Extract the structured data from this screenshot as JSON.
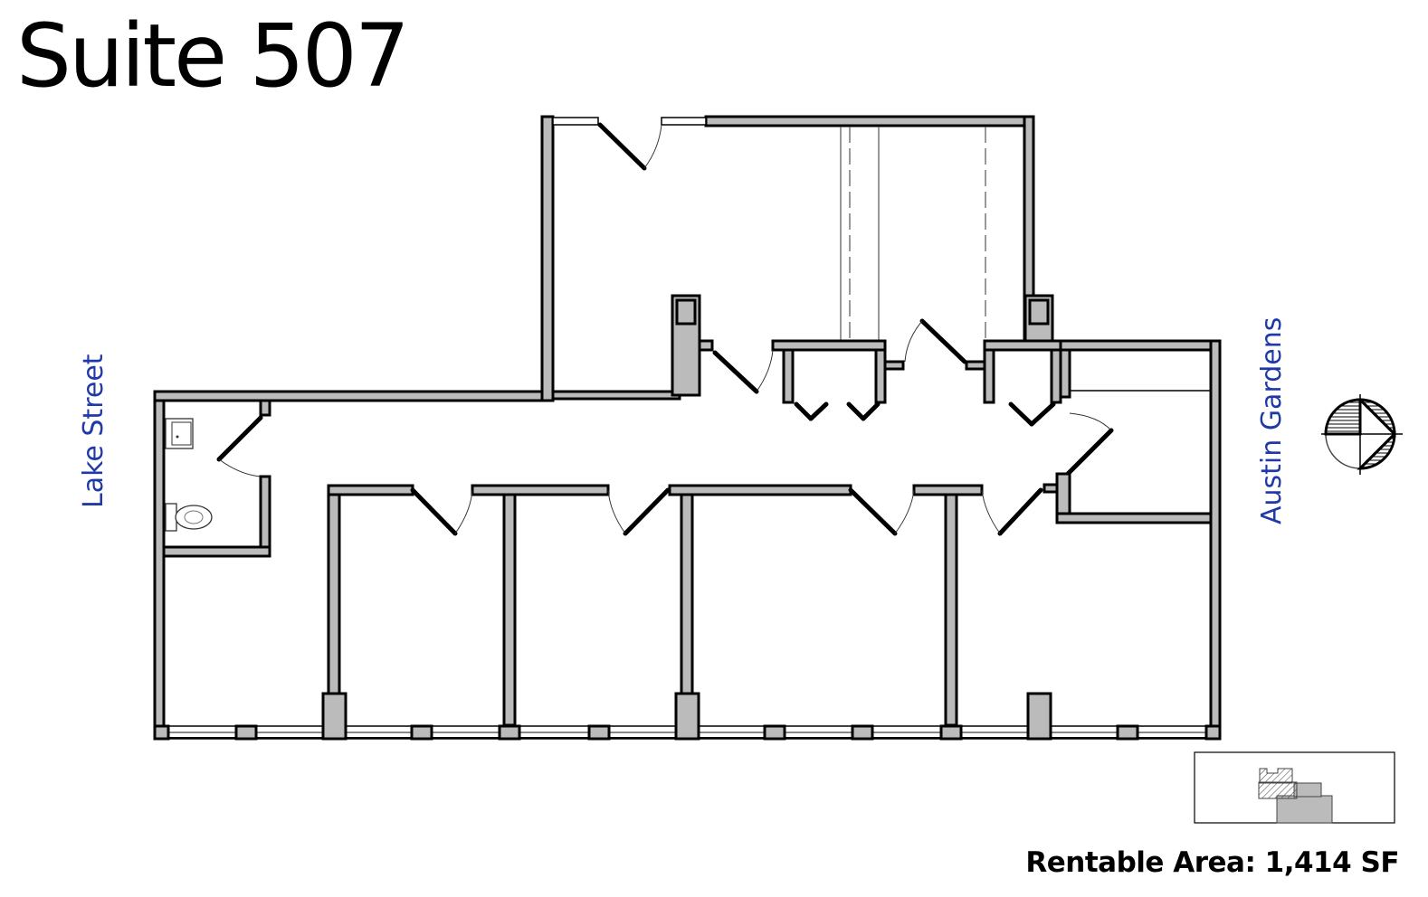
{
  "title": "Suite 507",
  "streets": {
    "left": "Lake Street",
    "right": "Austin Gardens"
  },
  "rentable_area": {
    "label": "Rentable Area:",
    "value": "1,414 SF",
    "full": "Rentable Area: 1,414 SF"
  },
  "icons": {
    "compass": "north-arrow-icon",
    "key_plan": "building-key-plan-icon"
  },
  "colors": {
    "wall_fill": "#bbbbbb",
    "wall_stroke": "#000000",
    "street_label": "#1f3aa8",
    "background": "#ffffff"
  }
}
